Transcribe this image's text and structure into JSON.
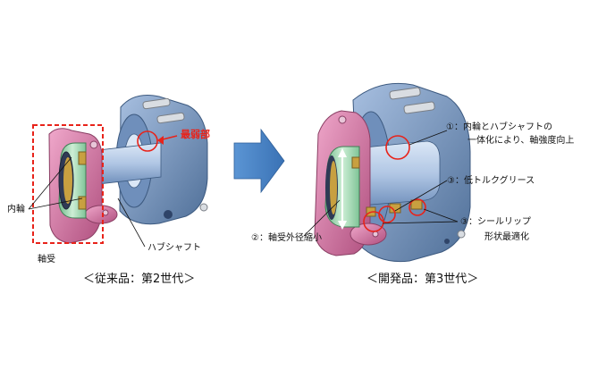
{
  "left": {
    "caption": "＜従来品：第2世代＞",
    "label_inner_ring": "内輪",
    "label_bearing": "軸受",
    "label_hub_shaft": "ハブシャフト",
    "label_weakest": "最弱部"
  },
  "right": {
    "caption": "＜開発品：第3世代＞",
    "note1_line1": "①：内輪とハブシャフトの",
    "note1_line2": "一体化により、軸強度向上",
    "note2": "②：軸受外径縮小",
    "note3": "③：低トルクグリース",
    "note4_line1": "③：シールリップ",
    "note4_line2": "形状最適化"
  },
  "colors": {
    "hub_blue": "#7f9ec6",
    "hub_dark": "#4f6f98",
    "shaft_light": "#b9cde8",
    "flange_pink": "#d87aa8",
    "bearing_green": "#9ad3a4",
    "seal_gold": "#c8a040",
    "arrow_blue": "#4a86c8",
    "highlight_red": "#e8231a"
  }
}
